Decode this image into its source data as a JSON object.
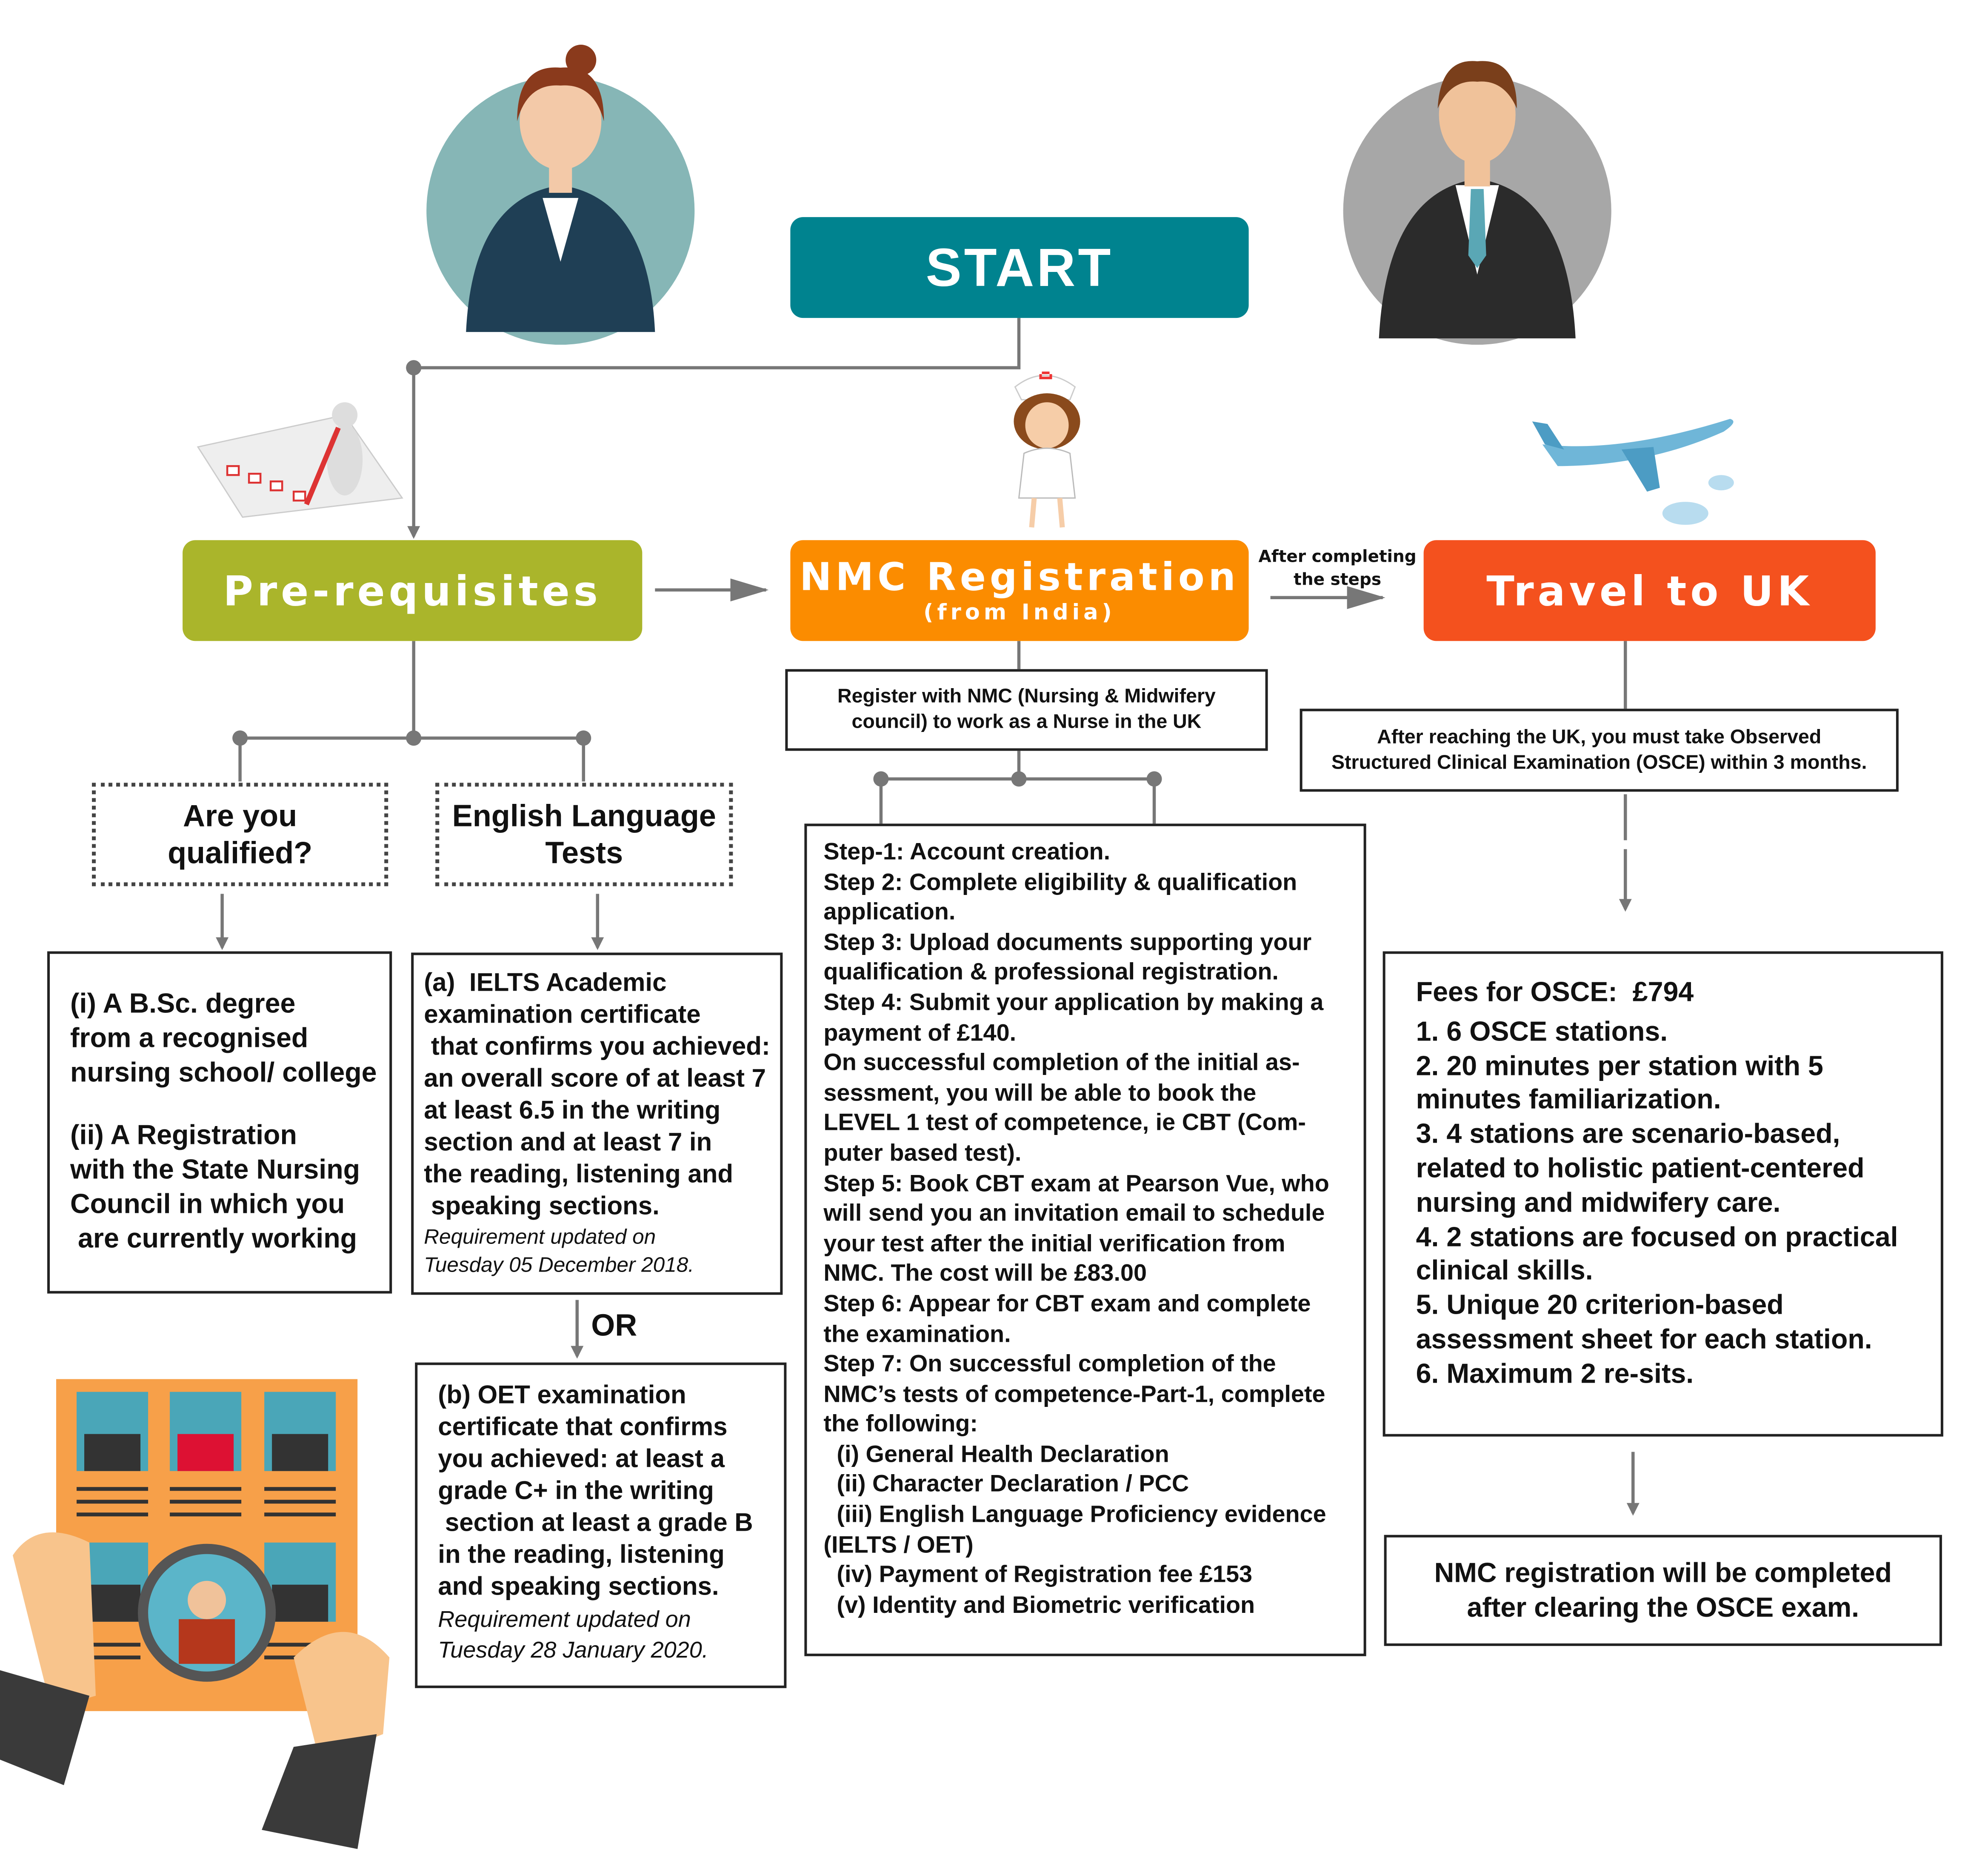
{
  "start": {
    "label": "START"
  },
  "headers": {
    "prereq": "Pre-requisites",
    "nmc_title": "NMC Registration",
    "nmc_sub": "(from India)",
    "travel": "Travel to UK",
    "after_steps_line1": "After completing",
    "after_steps_line2": "the steps"
  },
  "prereq": {
    "qualified_label": "Are you qualified?",
    "english_label": "English Language Tests",
    "qualified_lines": [
      "(i) A B.Sc. degree",
      "from a recognised",
      "nursing school/ college",
      "",
      "(ii) A Registration",
      "with the State Nursing",
      "Council in which you",
      " are currently working"
    ],
    "ielts_lines": [
      "(a)  IELTS Academic",
      "examination certificate",
      " that confirms you achieved:",
      "an overall score of at least 7",
      "at least 6.5 in the writing",
      "section and at least 7 in",
      "the reading, listening and",
      " speaking sections."
    ],
    "ielts_note": [
      "Requirement updated on",
      "Tuesday 05 December 2018."
    ],
    "or_label": "OR",
    "oet_lines": [
      "(b) OET examination",
      "certificate that confirms",
      "you achieved: at least a",
      "grade C+ in the writing",
      " section at least a grade B",
      "in the reading, listening",
      "and speaking sections."
    ],
    "oet_note": [
      "Requirement updated on",
      "Tuesday 28 January 2020."
    ]
  },
  "nmc": {
    "register_lines": [
      "Register with NMC (Nursing & Midwifery",
      "council) to work as a Nurse in the UK"
    ],
    "steps": [
      "Step-1: Account creation.",
      "Step 2: Complete eligibility & qualification",
      "application.",
      "Step 3: Upload documents supporting your",
      "qualification & professional registration.",
      "Step 4: Submit your application by making a",
      "payment of £140.",
      "On successful completion of the initial as-",
      "sessment, you will be able to book the",
      "LEVEL 1 test of competence, ie CBT (Com-",
      "puter based test).",
      "Step 5: Book CBT exam at Pearson Vue, who",
      "will send you an invitation email to schedule",
      "your test after the initial verification from",
      "NMC. The cost will be £83.00",
      "Step 6: Appear for CBT exam and complete",
      "the examination.",
      "Step 7: On successful completion of the",
      "NMC’s tests of competence-Part-1, complete",
      "the following:",
      "  (i) General Health Declaration",
      "  (ii) Character Declaration / PCC",
      "  (iii) English Language Proficiency evidence",
      "(IELTS / OET)",
      "  (iv) Payment of Registration fee £153",
      "  (v) Identity and Biometric verification"
    ]
  },
  "travel": {
    "osce_intro_lines": [
      "After reaching the UK, you must take Observed",
      "Structured Clinical Examination (OSCE) within 3 months."
    ],
    "fees": "Fees for OSCE:  £794",
    "osce_lines": [
      "1. 6 OSCE stations.",
      "2. 20 minutes per station with 5",
      "minutes familiarization.",
      "3. 4 stations are scenario-based,",
      "related to holistic patient-centered",
      "nursing and midwifery care.",
      "4. 2 stations are focused on practical",
      "clinical skills.",
      "5. Unique 20 criterion-based",
      "assessment sheet for each station.",
      "6. Maximum 2 re-sits."
    ],
    "final_lines": [
      "NMC registration will be completed",
      "after clearing the OSCE exam."
    ]
  },
  "colors": {
    "start": "#00838f",
    "prereq": "#aab52b",
    "nmc": "#fb8c00",
    "travel": "#f4511e",
    "connector": "#777777"
  }
}
